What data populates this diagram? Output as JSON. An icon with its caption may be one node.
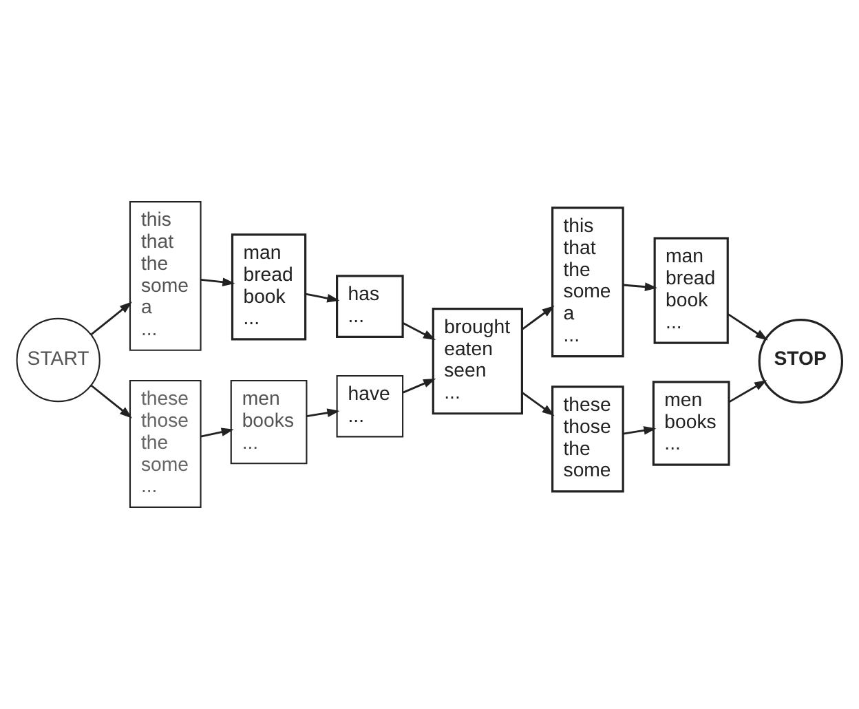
{
  "diagram": {
    "nodes": [
      {
        "text": [
          "START"
        ]
      },
      {
        "text": [
          "this",
          "that",
          "the",
          "some",
          "a",
          "..."
        ]
      },
      {
        "text": [
          "man",
          "bread",
          "book",
          "..."
        ]
      },
      {
        "text": [
          "has",
          "..."
        ]
      },
      {
        "text": [
          "brought",
          "eaten",
          "seen",
          "..."
        ]
      },
      {
        "text": [
          "this",
          "that",
          "the",
          "some",
          "a",
          "..."
        ]
      },
      {
        "text": [
          "man",
          "bread",
          "book",
          "..."
        ]
      },
      {
        "text": [
          "STOP"
        ]
      },
      {
        "text": [
          "these",
          "those",
          "the",
          "some",
          "..."
        ]
      },
      {
        "text": [
          "men",
          "books",
          "..."
        ]
      },
      {
        "text": [
          "have",
          "..."
        ]
      },
      {
        "text": [
          "these",
          "those",
          "the",
          "some"
        ]
      },
      {
        "text": [
          "men",
          "books",
          "..."
        ]
      }
    ],
    "edges": [
      {
        "from": 0,
        "to": 1,
        "arrow": "to"
      },
      {
        "from": 1,
        "to": 2,
        "arrow": "to"
      },
      {
        "from": 2,
        "to": 3,
        "arrow": "to"
      },
      {
        "from": 3,
        "to": 4,
        "arrow": "to"
      },
      {
        "from": 4,
        "to": 5,
        "arrow": "to"
      },
      {
        "from": 5,
        "to": 6,
        "arrow": "to"
      },
      {
        "from": 6,
        "to": 7,
        "arrow": "to"
      },
      {
        "from": 0,
        "to": 8,
        "arrow": "to"
      },
      {
        "from": 8,
        "to": 9,
        "arrow": "to"
      },
      {
        "from": 9,
        "to": 10,
        "arrow": "to"
      },
      {
        "from": 10,
        "to": 4,
        "arrow": "to"
      },
      {
        "from": 4,
        "to": 11,
        "arrow": "to"
      },
      {
        "from": 11,
        "to": 12,
        "arrow": "to"
      },
      {
        "from": 12,
        "to": 7,
        "arrow": "to"
      }
    ]
  }
}
